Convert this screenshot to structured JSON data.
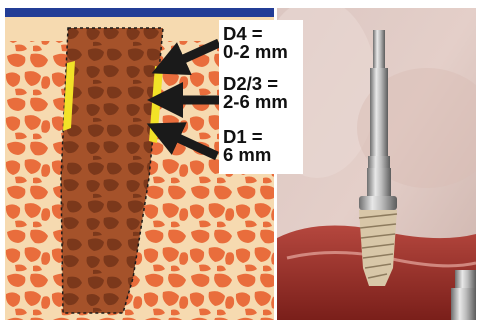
{
  "labels": [
    {
      "line1": "D4 =",
      "line2": "0-2 mm"
    },
    {
      "line1": "D2/3 =",
      "line2": "2-6 mm"
    },
    {
      "line1": "D1 =",
      "line2": "6 mm"
    }
  ],
  "colors": {
    "bone_background": "#f6dab0",
    "trabecula": "#e96d3c",
    "implant": "#a5522a",
    "implant_dark": "#7b381b",
    "contact_zone": "#f2e227",
    "top_band": "#233d96",
    "arrow": "#1a1a1a"
  },
  "icons": [
    "arrow-pointer-icon"
  ]
}
